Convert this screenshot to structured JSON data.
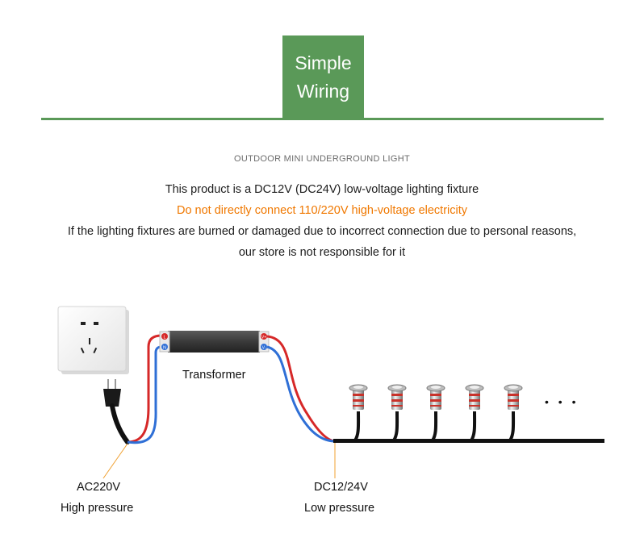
{
  "header": {
    "badge_line1": "Simple",
    "badge_line2": "Wiring",
    "accent_color": "#5a9958"
  },
  "subtitle": "OUTDOOR MINI UNDERGROUND LIGHT",
  "notes": {
    "line1": "This product is a DC12V (DC24V) low-voltage lighting fixture",
    "line2": "Do not directly connect 110/220V high-voltage electricity",
    "line3": "If the lighting fixtures are burned or damaged due to incorrect connection due to personal reasons,",
    "line4": "our store is not responsible for it",
    "warning_color": "#f07800"
  },
  "diagram": {
    "transformer_label": "Transformer",
    "input_terminals": [
      "L",
      "N"
    ],
    "output_terminals": [
      "V+",
      "V-"
    ],
    "ac_label": "AC220V",
    "ac_sub": "High pressure",
    "dc_label": "DC12/24V",
    "dc_sub": "Low pressure",
    "ellipsis": "• • •",
    "lights_count": 5,
    "wire_colors": {
      "live": "#d62828",
      "neutral": "#2f6fd6",
      "bus": "#111111"
    }
  }
}
